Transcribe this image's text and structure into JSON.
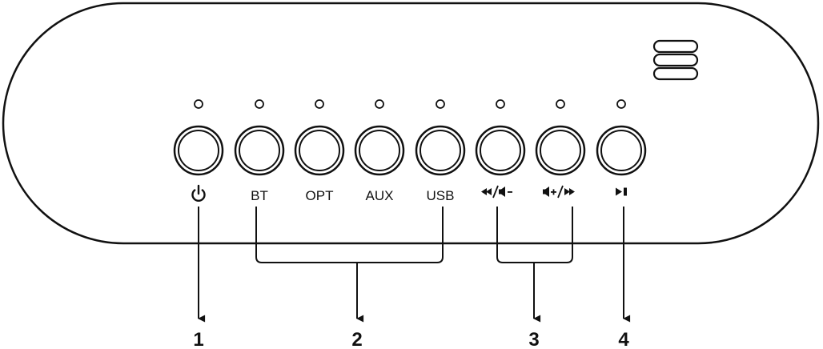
{
  "colors": {
    "stroke": "#111111",
    "background": "#ffffff"
  },
  "device": {
    "grille_icon": "speaker-grille-icon",
    "buttons": [
      {
        "id": "power",
        "label": "",
        "icon": "power-icon"
      },
      {
        "id": "bt",
        "label": "BT",
        "icon": ""
      },
      {
        "id": "opt",
        "label": "OPT",
        "icon": ""
      },
      {
        "id": "aux",
        "label": "AUX",
        "icon": ""
      },
      {
        "id": "usb",
        "label": "USB",
        "icon": ""
      },
      {
        "id": "prev-voldown",
        "label": "",
        "icon": "rewind-volume-down-icon"
      },
      {
        "id": "volup-next",
        "label": "",
        "icon": "volume-up-fast-forward-icon"
      },
      {
        "id": "play-pause",
        "label": "",
        "icon": "play-pause-icon"
      }
    ]
  },
  "callouts": [
    {
      "number": "1"
    },
    {
      "number": "2"
    },
    {
      "number": "3"
    },
    {
      "number": "4"
    }
  ]
}
